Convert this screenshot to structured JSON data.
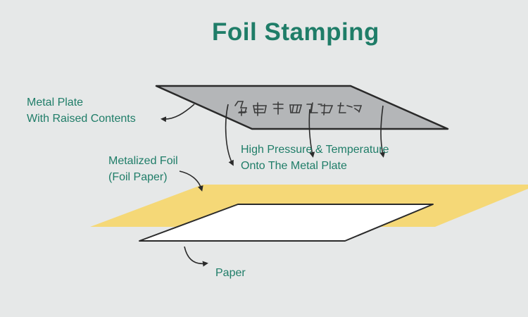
{
  "title": "Foil Stamping",
  "labels": {
    "metal_plate": [
      "Metal Plate",
      "With Raised Contents"
    ],
    "pressure": [
      "High Pressure & Temperature",
      "Onto The Metal Plate"
    ],
    "foil": [
      "Metalized Foil",
      "(Foil Paper)"
    ],
    "paper": "Paper"
  },
  "colors": {
    "text": "#1f7d68",
    "background": "#e6e8e8",
    "metal_plate": "#b4b6b8",
    "foil": "#f5d877",
    "paper": "#ffffff",
    "outline": "#2a2a2a"
  }
}
